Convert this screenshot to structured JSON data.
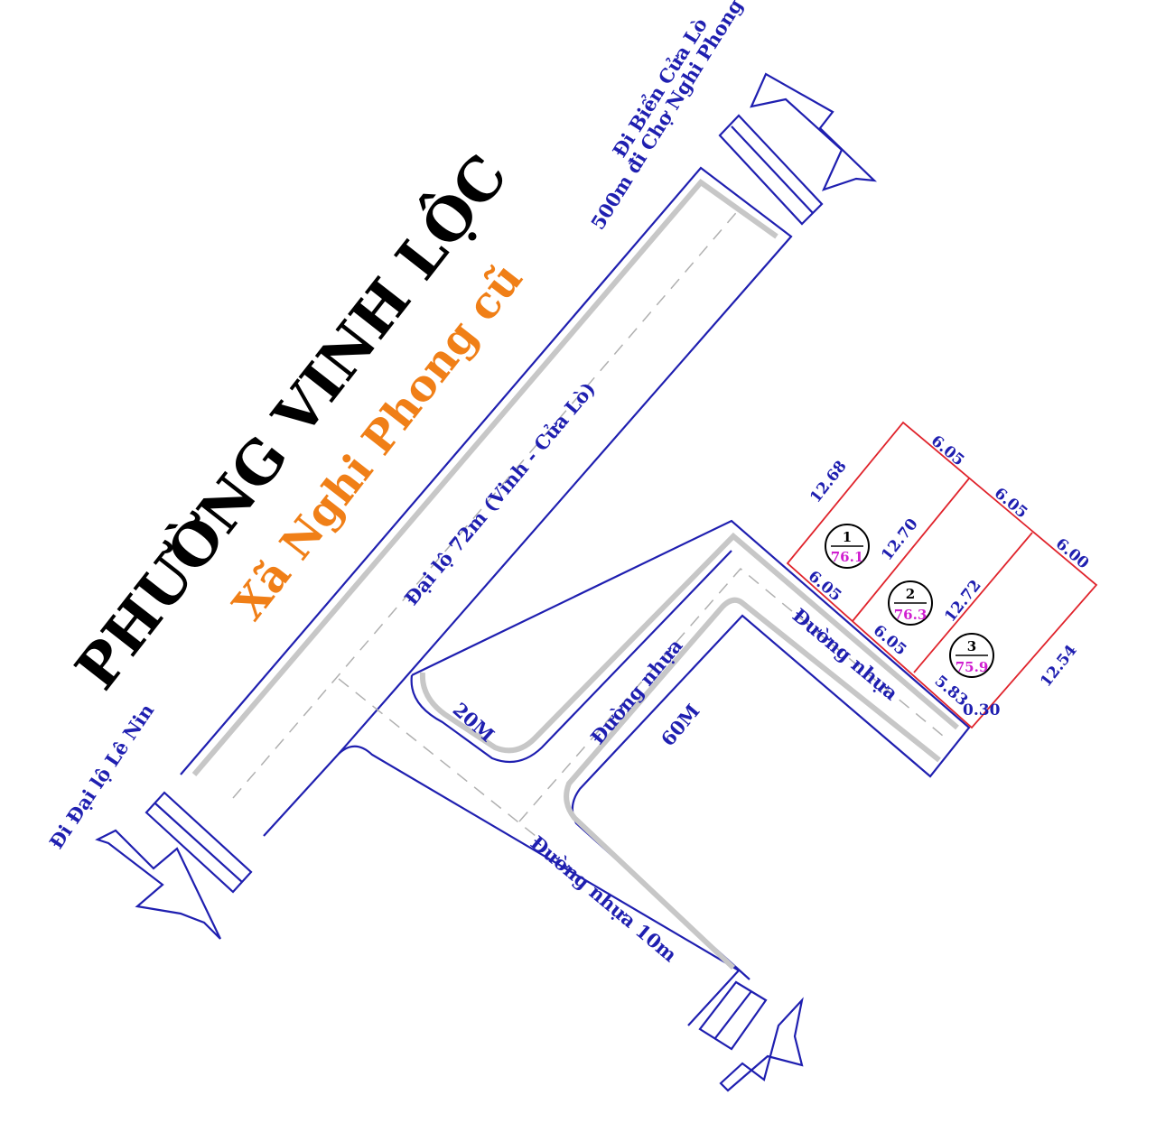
{
  "title": "PHƯỜNG VINH LỘC",
  "subtitle": "Xã Nghi Phong cũ",
  "directions": {
    "north_east_line1": "Đi Biển Cửa Lò",
    "north_east_line2": "500m đi Chợ Nghi Phong",
    "south_west": "Đi Đại lộ Lê Nin"
  },
  "roads": {
    "main": "Đại lộ 72m (Vinh - Cửa Lò)",
    "width_20": "20M",
    "width_60": "60M",
    "asphalt_a": "Đường nhựa",
    "asphalt_b": "Đường nhựa",
    "asphalt_10m": "Đường nhựa 10m"
  },
  "lots": [
    {
      "number": "1",
      "area": "76.1"
    },
    {
      "number": "2",
      "area": "76.3"
    },
    {
      "number": "3",
      "area": "75.9"
    }
  ],
  "dimensions": {
    "lot1_side": "12.68",
    "lot1_back": "6.05",
    "lot1_front": "6.05",
    "lot12_shared": "12.70",
    "lot2_back": "6.05",
    "lot2_front": "6.05",
    "lot23_shared": "12.72",
    "lot3_back": "6.00",
    "lot3_front": "5.83",
    "lot3_side": "12.54",
    "lot3_extra": "0.30"
  },
  "colors": {
    "road_outline": "#1f1fb0",
    "lot_outline": "#e0242c",
    "title": "#000000",
    "subtitle": "#f07f17",
    "area_text": "#d01fd0"
  }
}
